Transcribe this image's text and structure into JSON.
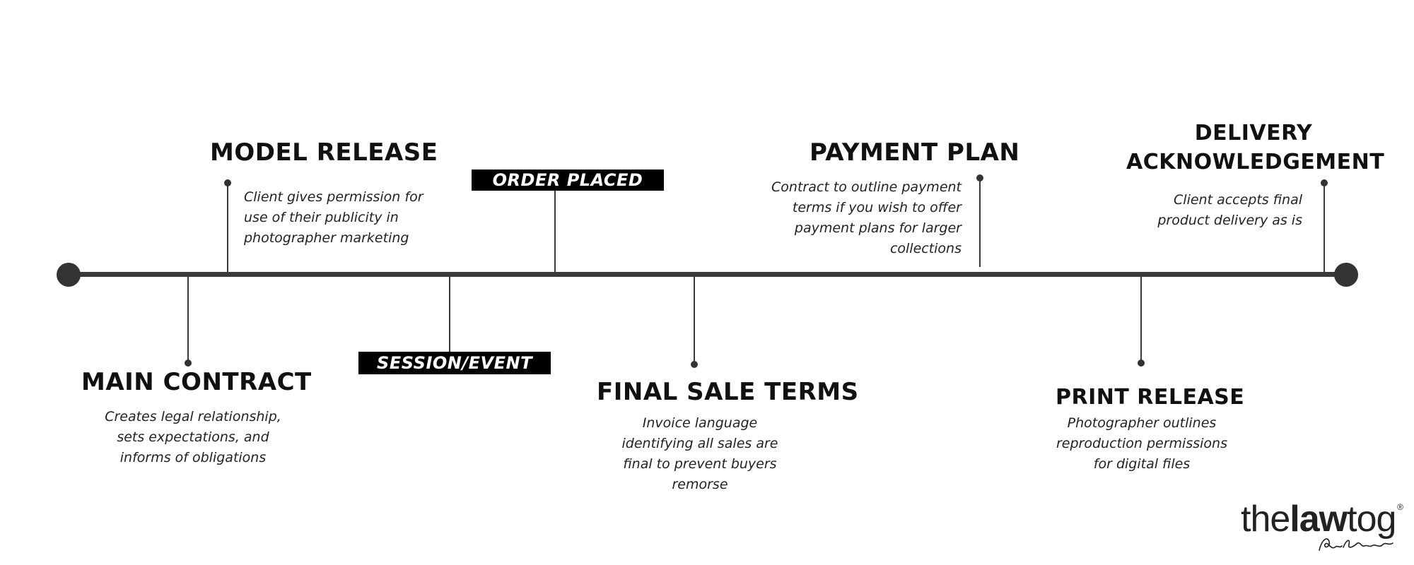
{
  "milestones": {
    "model_release": {
      "title": "MODEL RELEASE",
      "desc": [
        "Client gives permission for",
        "use of their publicity in",
        "photographer marketing"
      ]
    },
    "main_contract": {
      "title": "MAIN CONTRACT",
      "desc": [
        "Creates legal relationship,",
        "sets expectations, and",
        "informs of obligations"
      ]
    },
    "session_event": {
      "label": "SESSION/EVENT"
    },
    "order_placed": {
      "label": "ORDER PLACED"
    },
    "final_sale_terms": {
      "title": "FINAL SALE TERMS",
      "desc": [
        "Invoice language",
        "identifying all sales are",
        "final to prevent buyers",
        "remorse"
      ]
    },
    "payment_plan": {
      "title": "PAYMENT PLAN",
      "desc": [
        "Contract to outline payment",
        "terms if you wish to offer",
        "payment plans for larger",
        "collections"
      ]
    },
    "print_release": {
      "title": "PRINT RELEASE",
      "desc": [
        "Photographer outlines",
        "reproduction permissions",
        "for digital files"
      ]
    },
    "delivery_acknowledgement": {
      "title": [
        "DELIVERY",
        "ACKNOWLEDGEMENT"
      ],
      "desc": [
        "Client accepts final",
        "product delivery as is"
      ]
    }
  },
  "logo": {
    "thin": "the",
    "bold": "law",
    "thin2": "tog",
    "mark": "®"
  },
  "colors": {
    "line": "#3a3a3c",
    "text": "#111111",
    "label_bg": "#000000",
    "label_text": "#ffffff"
  }
}
